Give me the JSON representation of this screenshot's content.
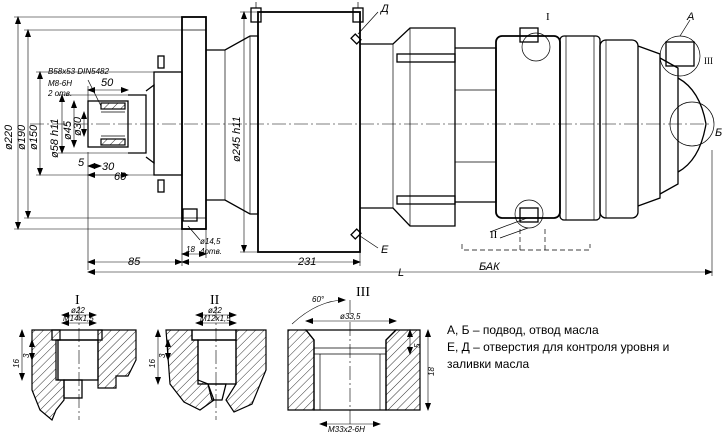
{
  "dims": {
    "d220": "ø220",
    "d190": "ø190",
    "d150": "ø150",
    "d58": "ø58 h11",
    "d45": "ø45",
    "d30": "ø30",
    "d245": "ø245 h11",
    "spline": "B58x53 DIN5482",
    "thread_m8": "M8-6H",
    "holes2": "2 отв.",
    "d50": "50",
    "d5": "5",
    "d30len": "30",
    "d60": "60",
    "d85": "85",
    "d18": "18",
    "d14_5": "ø14,5",
    "holes4": "4отв.",
    "d231": "231",
    "dL": "L"
  },
  "labels": {
    "D": "Д",
    "E": "Е",
    "A": "А",
    "B": "Б",
    "I": "I",
    "II": "II",
    "III": "III",
    "tank": "БАК"
  },
  "detail1": {
    "title": "I",
    "d22": "ø22",
    "thread": "M14x1,5",
    "h16": "16",
    "h3": "3"
  },
  "detail2": {
    "title": "II",
    "d22": "ø22",
    "thread": "M12x1,5",
    "h16": "16",
    "h3": "3"
  },
  "detail3": {
    "title": "III",
    "angle": "60°",
    "d33_5": "ø33,5",
    "thread": "M33x2-6H",
    "h5": "5",
    "h18": "18"
  },
  "notes": {
    "line1": "А, Б – подвод, отвод масла",
    "line2": "Е, Д – отверстия для контроля уровня и",
    "line3": "заливки масла"
  }
}
